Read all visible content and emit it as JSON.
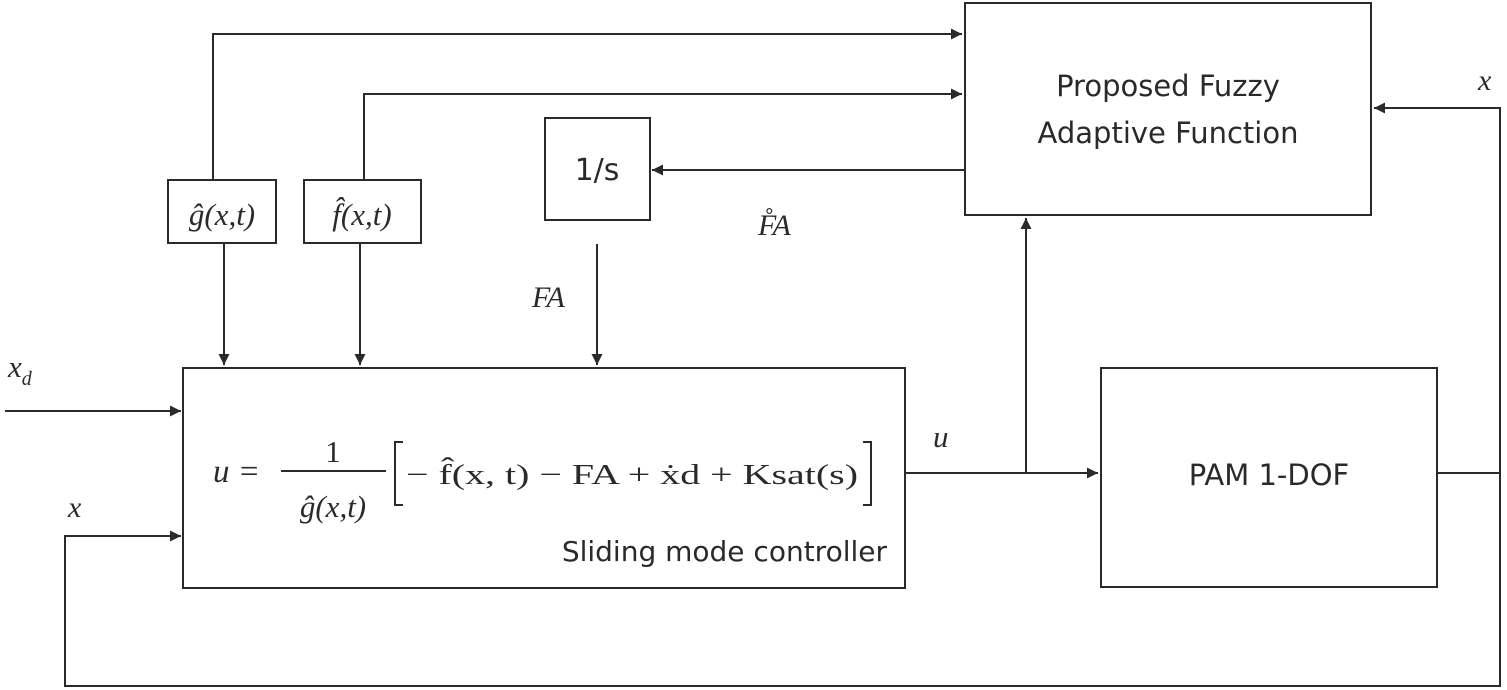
{
  "blocks": {
    "fuzzy_line1": "Proposed Fuzzy",
    "fuzzy_line2": "Adaptive Function",
    "integrator": "1/s",
    "g_hat": "ĝ(x,t)",
    "f_hat": "f̂(x,t)",
    "controller_label": "Sliding mode controller",
    "plant": "PAM 1-DOF"
  },
  "equation": {
    "lhs": "u =",
    "numerator": "1",
    "denominator": "ĝ(x,t)",
    "bracket_body": "− f̂(x, t) − FA + ẋd + Ksat(s)"
  },
  "signals": {
    "x_top": "x",
    "fa_dot": "F̊A",
    "fa": "FA",
    "xd": "x",
    "xd_sub": "d",
    "x_left": "x",
    "u": "u"
  },
  "colors": {
    "line": "#2a2a2a",
    "background": "#ffffff"
  }
}
